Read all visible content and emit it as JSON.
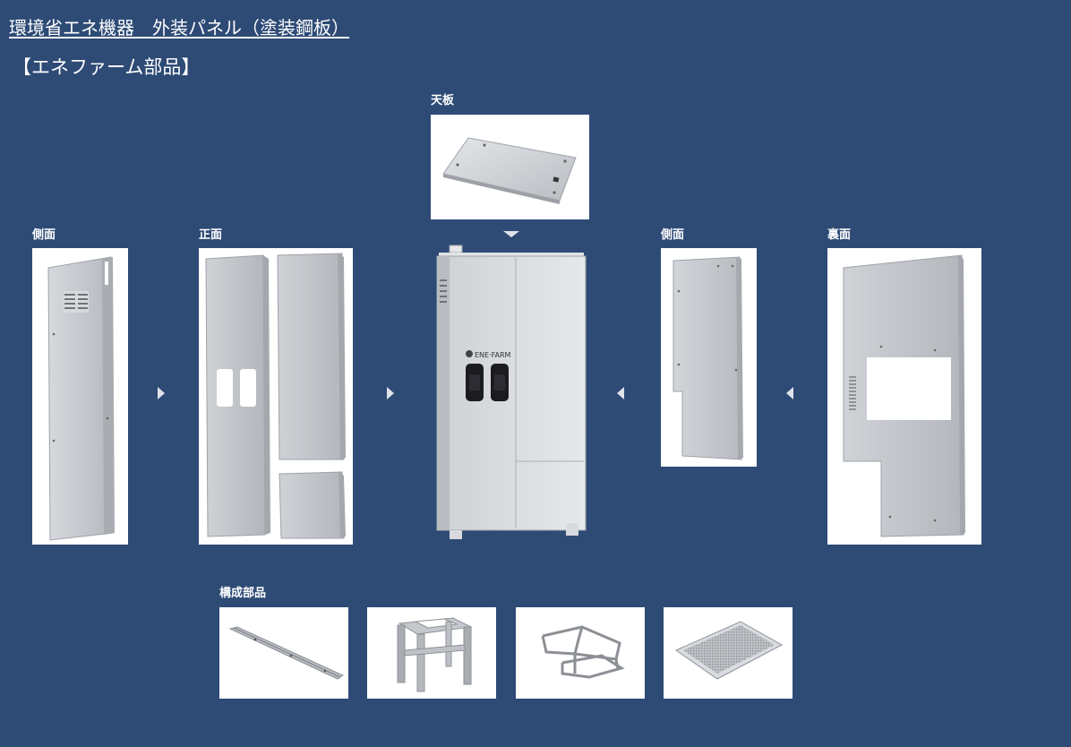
{
  "page": {
    "title": "環境省エネ機器　外装パネル（塗装鋼板）",
    "subtitle": "【エネファーム部品】"
  },
  "panels": {
    "top": {
      "label": "天板"
    },
    "side_left": {
      "label": "側面"
    },
    "front": {
      "label": "正面"
    },
    "side_right": {
      "label": "側面"
    },
    "back": {
      "label": "裏面"
    }
  },
  "unit": {
    "logo_text": "ENE·FARM"
  },
  "components": {
    "label": "構成部品"
  },
  "colors": {
    "background": "#2e4b76",
    "panel_silver": "#c9cdd2",
    "arrow": "#dfe3ea"
  }
}
